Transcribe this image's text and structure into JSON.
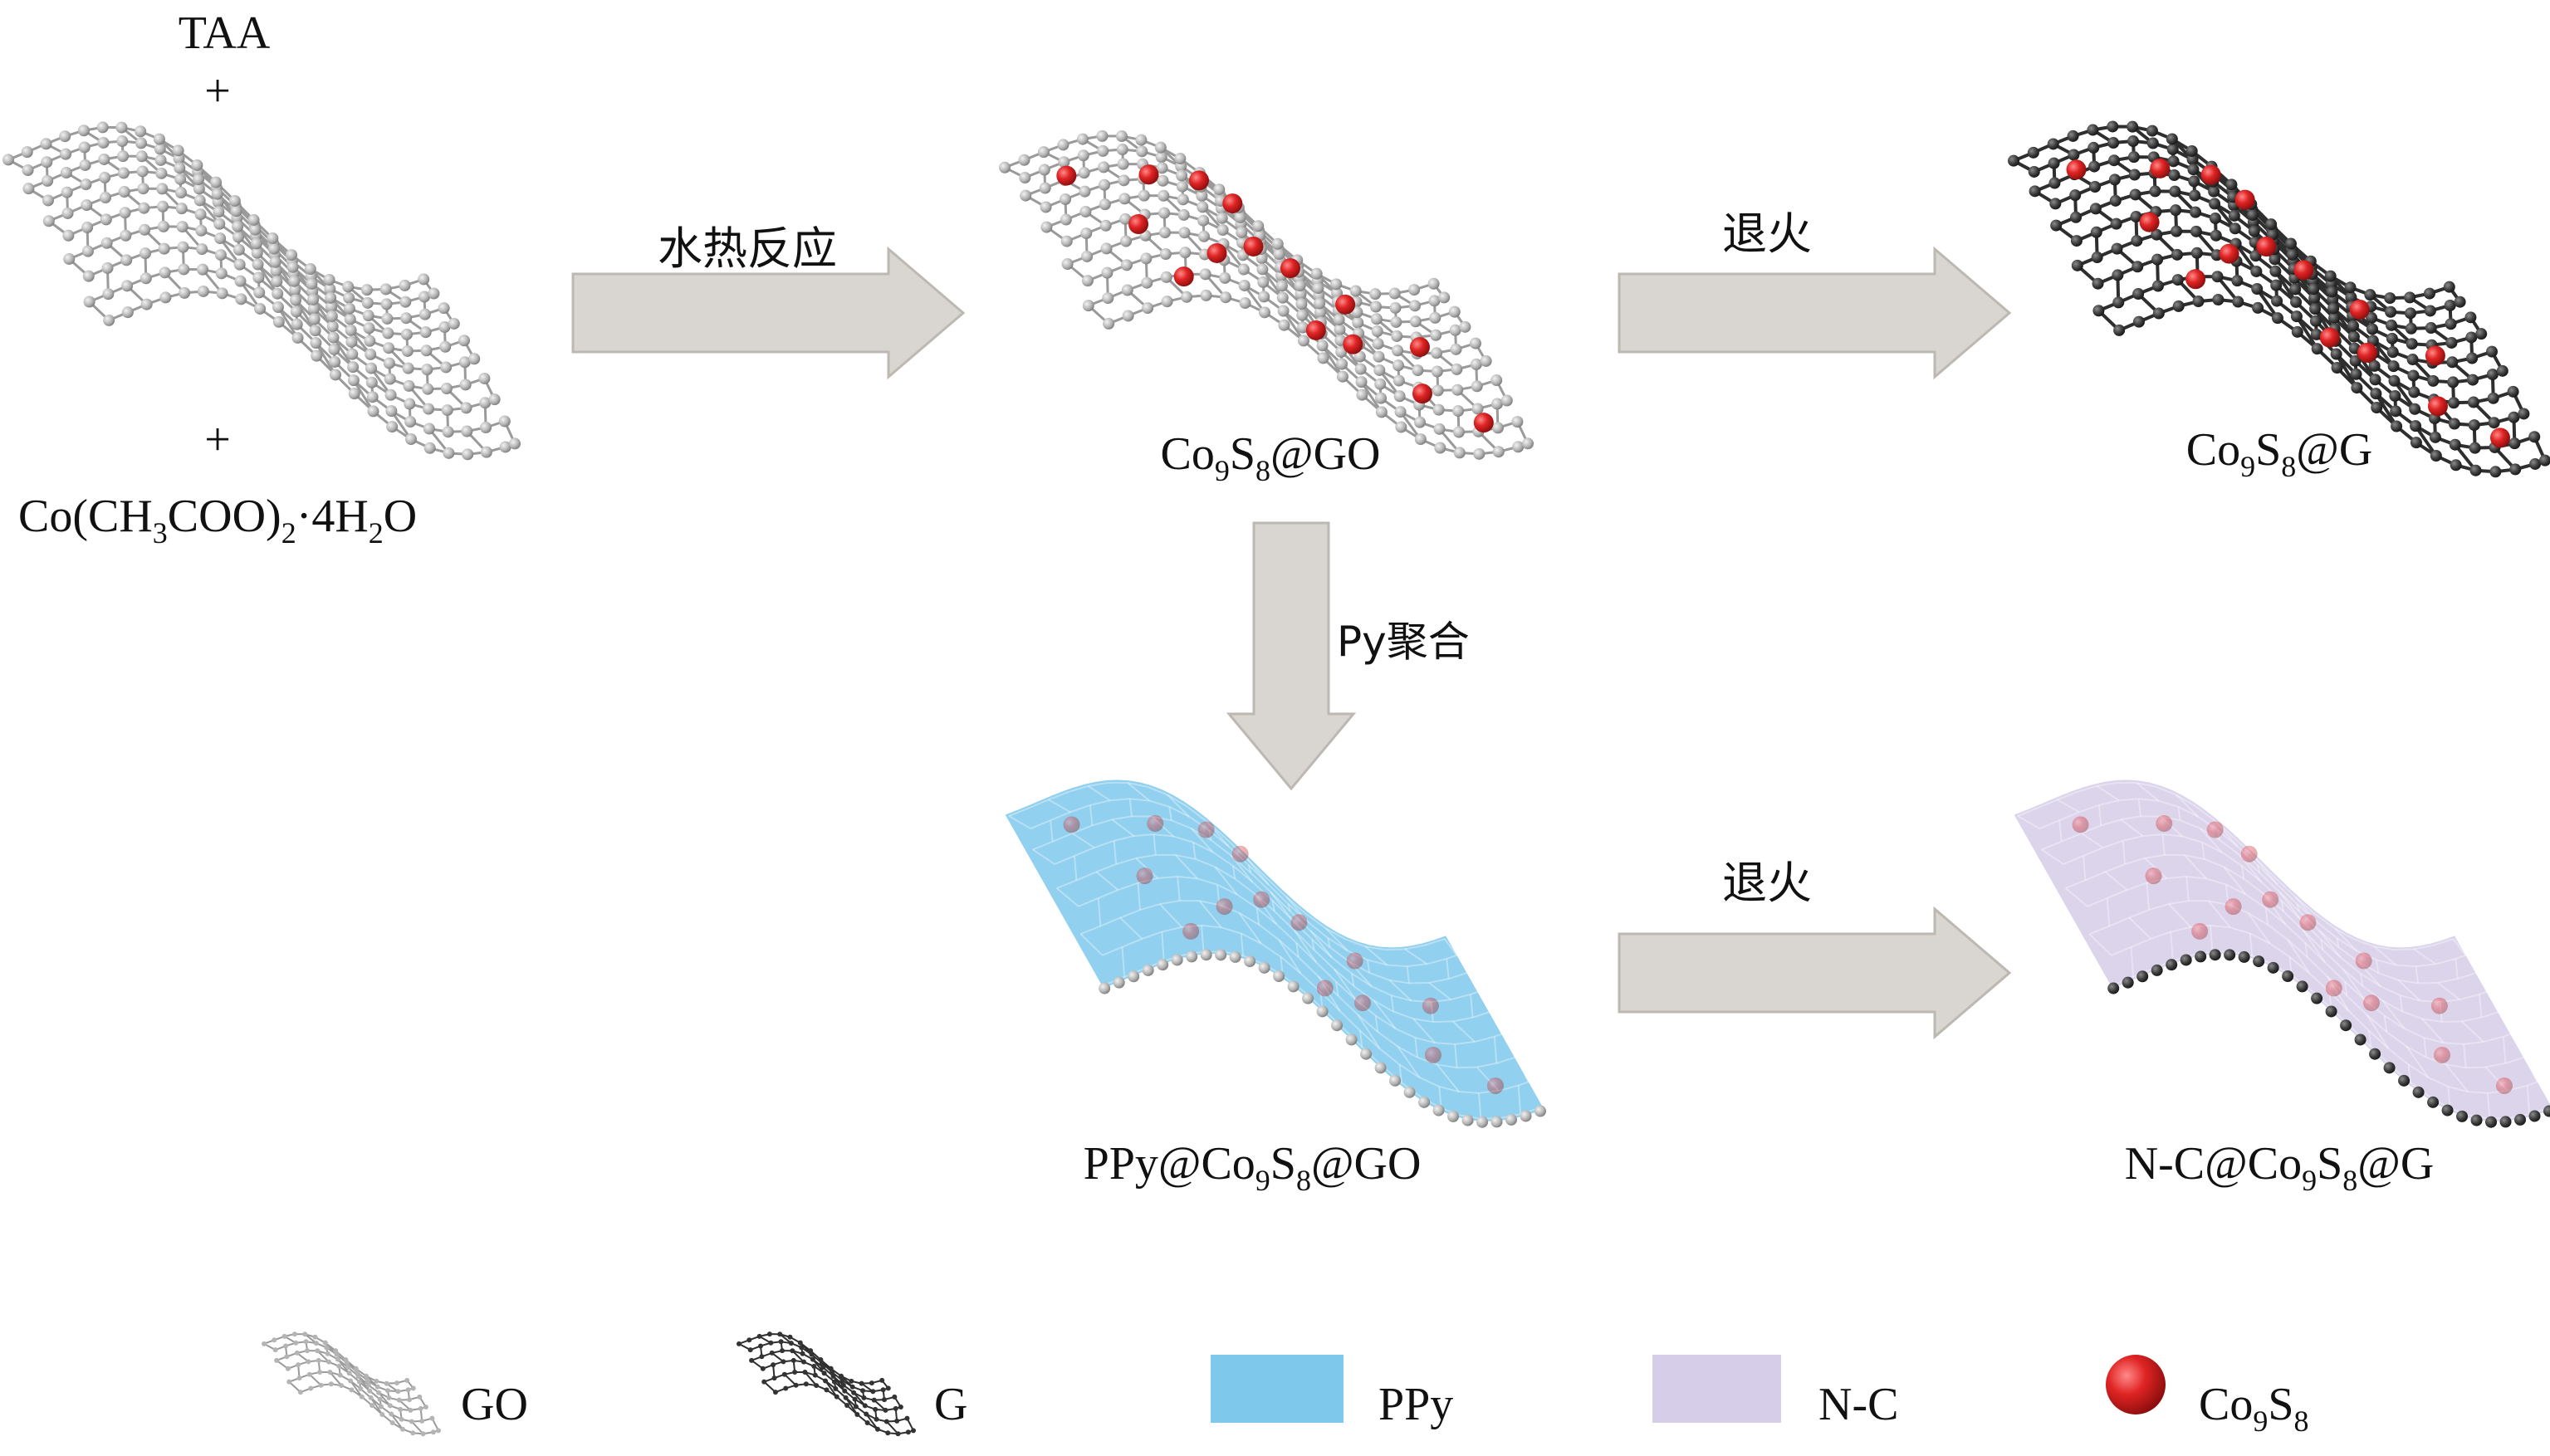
{
  "reactants": {
    "taa": "TAA",
    "plus": "+",
    "cobalt_prefix": "Co(CH",
    "cobalt_sub1": "3",
    "cobalt_mid": "COO)",
    "cobalt_sub2": "2",
    "cobalt_mid2": "·4H",
    "cobalt_sub3": "2",
    "cobalt_suffix": "O"
  },
  "steps": {
    "hydrothermal": "水热反应",
    "anneal_top": "退火",
    "polymerize": "Py聚合",
    "anneal_bottom": "退火"
  },
  "products": {
    "co9s8_go": {
      "a": "Co",
      "s1": "9",
      "b": "S",
      "s2": "8",
      "c": "@GO"
    },
    "co9s8_g": {
      "a": "Co",
      "s1": "9",
      "b": "S",
      "s2": "8",
      "c": "@G"
    },
    "ppy_co9s8_go": {
      "pre": "PPy@Co",
      "s1": "9",
      "b": "S",
      "s2": "8",
      "c": "@GO"
    },
    "nc_co9s8_g": {
      "pre": "N-C@Co",
      "s1": "9",
      "b": "S",
      "s2": "8",
      "c": "@G"
    }
  },
  "legend": {
    "go": "GO",
    "g": "G",
    "ppy": "PPy",
    "nc": "N-C",
    "co9s8": {
      "a": "Co",
      "s1": "9",
      "b": "S",
      "s2": "8"
    }
  },
  "colors": {
    "go_node": "#b4b4b4",
    "g_node": "#3a3a3a",
    "co9s8": "#e02424",
    "ppy": "#7ec8ec",
    "nc": "#d6cde8",
    "arrow": "#d9d5d0",
    "arrow_stroke": "#bdb8b1"
  }
}
